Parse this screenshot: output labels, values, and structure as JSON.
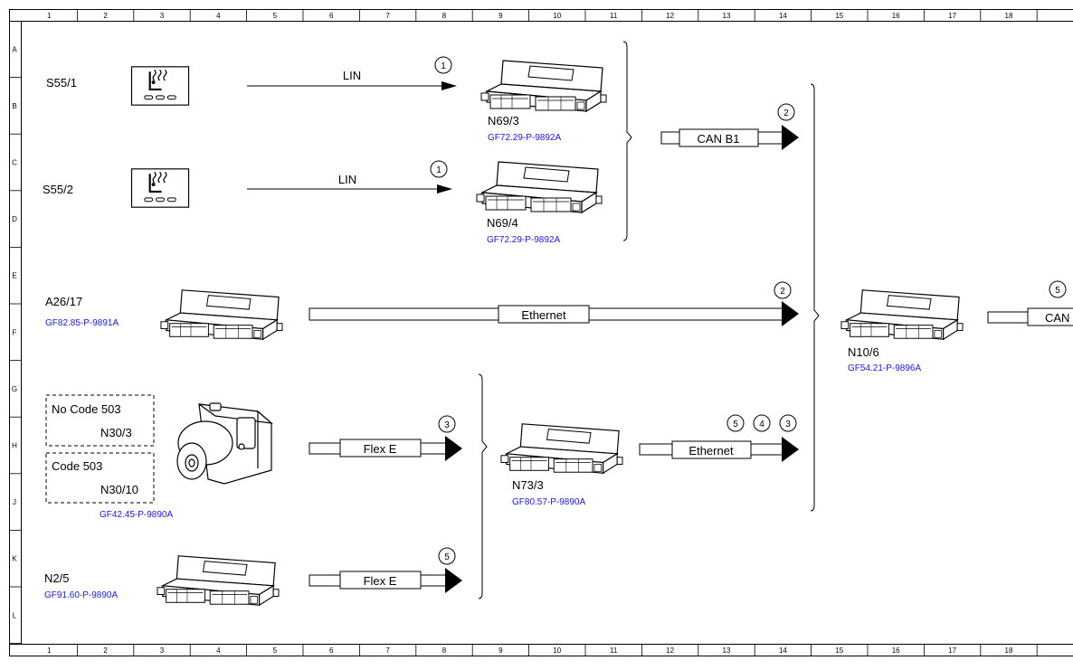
{
  "grid": {
    "columns": [
      "1",
      "2",
      "3",
      "4",
      "5",
      "6",
      "7",
      "8",
      "9",
      "10",
      "11",
      "12",
      "13",
      "14",
      "15",
      "16",
      "17",
      "18"
    ],
    "rows": [
      "A",
      "B",
      "C",
      "D",
      "E",
      "F",
      "G",
      "H",
      "J",
      "K",
      "L"
    ]
  },
  "components": {
    "s55_1": {
      "label": "S55/1"
    },
    "s55_2": {
      "label": "S55/2"
    },
    "n69_3": {
      "label": "N69/3",
      "ref": "GF72.29-P-9892A"
    },
    "n69_4": {
      "label": "N69/4",
      "ref": "GF72.29-P-9892A"
    },
    "a26_17": {
      "label": "A26/17",
      "ref": "GF82.85-P-9891A"
    },
    "n30": {
      "ref": "GF42.45-P-9890A",
      "variant_a": {
        "code": "No Code 503",
        "label": "N30/3"
      },
      "variant_b": {
        "code": "Code 503",
        "label": "N30/10"
      }
    },
    "n2_5": {
      "label": "N2/5",
      "ref": "GF91.60-P-9890A"
    },
    "n73_3": {
      "label": "N73/3",
      "ref": "GF80.57-P-9890A"
    },
    "n10_6": {
      "label": "N10/6",
      "ref": "GF54.21-P-9896A"
    }
  },
  "connections": {
    "lin_1": {
      "bus": "LIN",
      "marker": "1"
    },
    "lin_2": {
      "bus": "LIN",
      "marker": "1"
    },
    "can_b1": {
      "bus": "CAN B1",
      "marker": "2"
    },
    "eth_a26": {
      "bus": "Ethernet",
      "marker": "2"
    },
    "flex_n30": {
      "bus": "Flex E",
      "marker": "3"
    },
    "flex_n2": {
      "bus": "Flex E",
      "marker": "5"
    },
    "eth_n73": {
      "bus": "Ethernet",
      "markers": [
        "5",
        "4",
        "3"
      ]
    },
    "can_out": {
      "bus": "CAN",
      "marker": "5"
    }
  }
}
